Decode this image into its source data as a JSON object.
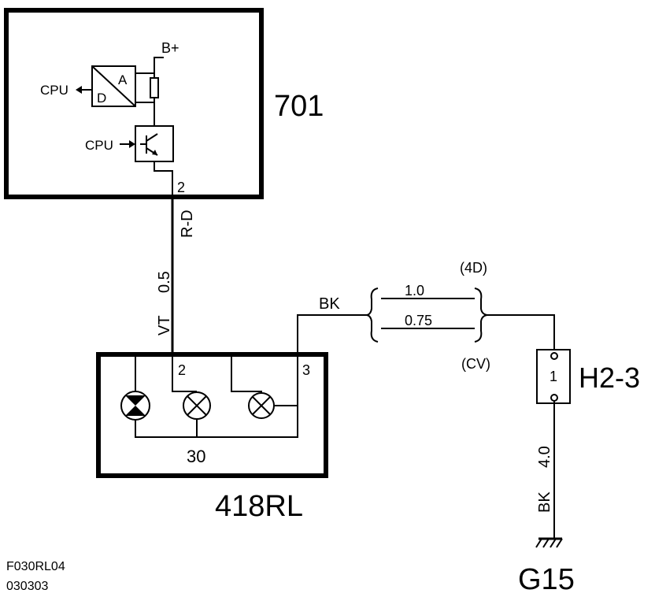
{
  "components": {
    "module_701": {
      "id": "701",
      "pin": "2",
      "adc_a": "A",
      "adc_d": "D",
      "supply": "B+",
      "cpu_out": "CPU",
      "cpu_in": "CPU"
    },
    "lamp_418rl": {
      "id": "418RL",
      "pin2": "2",
      "pin3": "3",
      "ground_pin": "30"
    },
    "connector_h23": {
      "id": "H2-3",
      "pin": "1"
    },
    "ground": {
      "id": "G15"
    }
  },
  "wires": {
    "w1": {
      "color": "R-D",
      "gauge": "0.5",
      "color2": "VT"
    },
    "w2": {
      "color": "BK"
    },
    "variant": {
      "label_top": "(4D)",
      "gauge_top": "1.0",
      "gauge_bottom": "0.75",
      "label_bottom": "(CV)"
    },
    "w3": {
      "gauge": "4.0",
      "color": "BK"
    }
  },
  "footer": {
    "code": "F030RL04",
    "date": "030303"
  }
}
